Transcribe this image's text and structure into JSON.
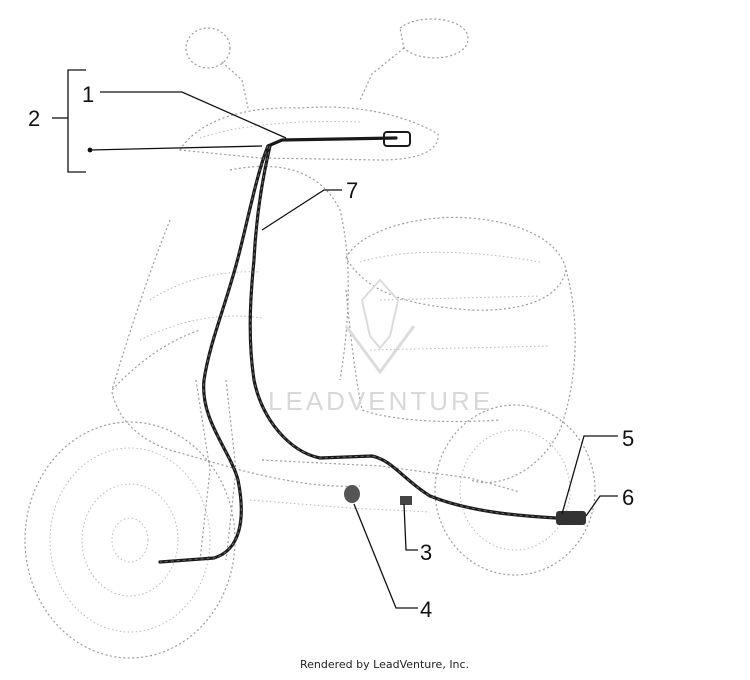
{
  "diagram": {
    "callouts": {
      "c1": "1",
      "c2": "2",
      "c3": "3",
      "c4": "4",
      "c5": "5",
      "c6": "6",
      "c7": "7"
    },
    "watermark": "LEADVENTURE",
    "footer": "Rendered by LeadVenture, Inc."
  }
}
